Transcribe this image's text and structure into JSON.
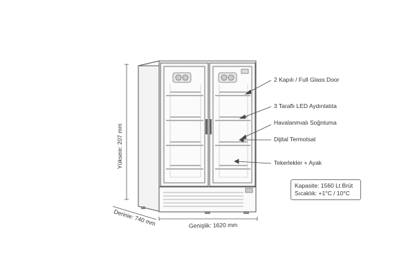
{
  "dimensions": {
    "height": "Yükseie: 207 mm",
    "depth": "Derinie: 740 mm",
    "width": "Genişlik: 1620 mm"
  },
  "features": [
    "2 Kapılı / Full Glass Door",
    "3 Taraflı LED Aydınlatıta",
    "Havalanmıalı Soğntuma",
    "Dijital Termotsat",
    "Tekerlekler + Ayak"
  ],
  "specs": {
    "capacity": "Kapasite: 1560 Lt Brüt",
    "temperature": "Sıcaklık: +1°C / 10°C"
  },
  "colors": {
    "line": "#555555",
    "glass": "#f5f6f6",
    "shelf": "#888888"
  }
}
